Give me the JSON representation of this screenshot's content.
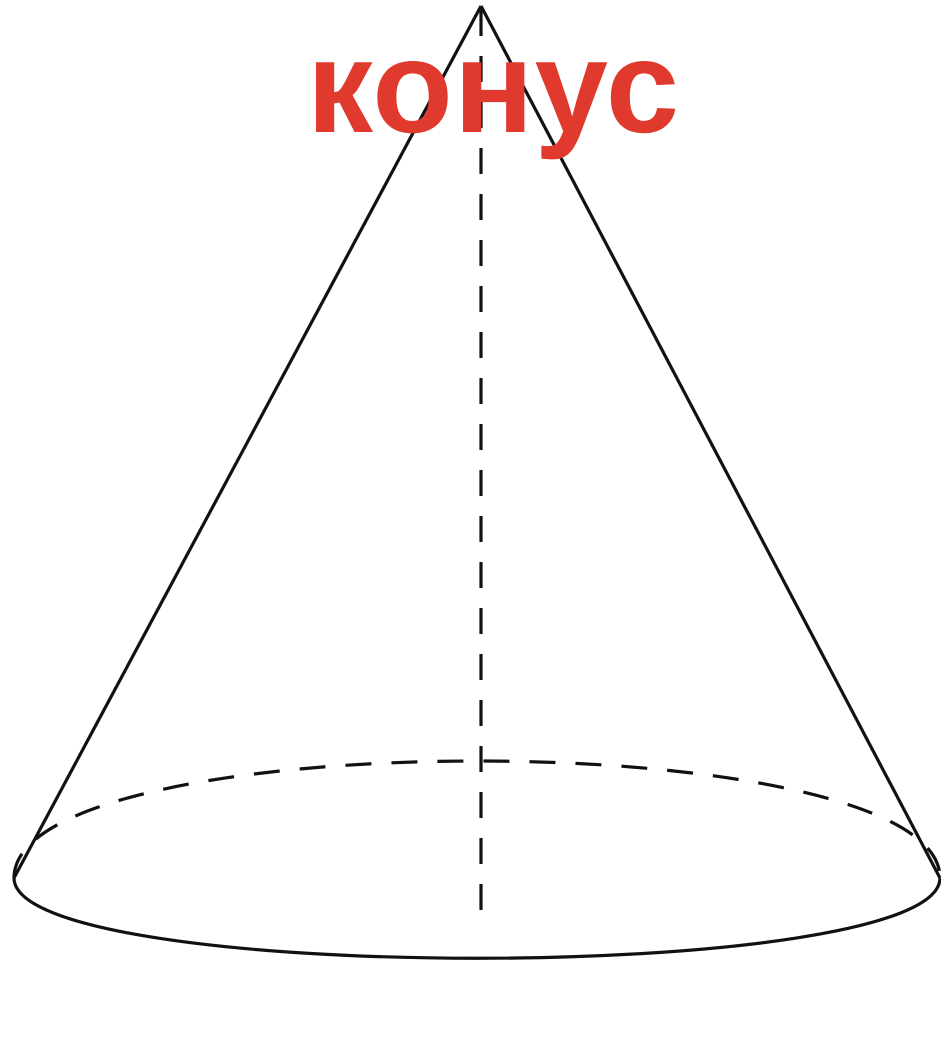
{
  "title": {
    "text": "конус",
    "color": "#e03a2e"
  },
  "figure": {
    "shape": "cone",
    "stroke_color": "#111111",
    "background_color": "#ffffff",
    "hidden_edges_style": "dashed"
  }
}
